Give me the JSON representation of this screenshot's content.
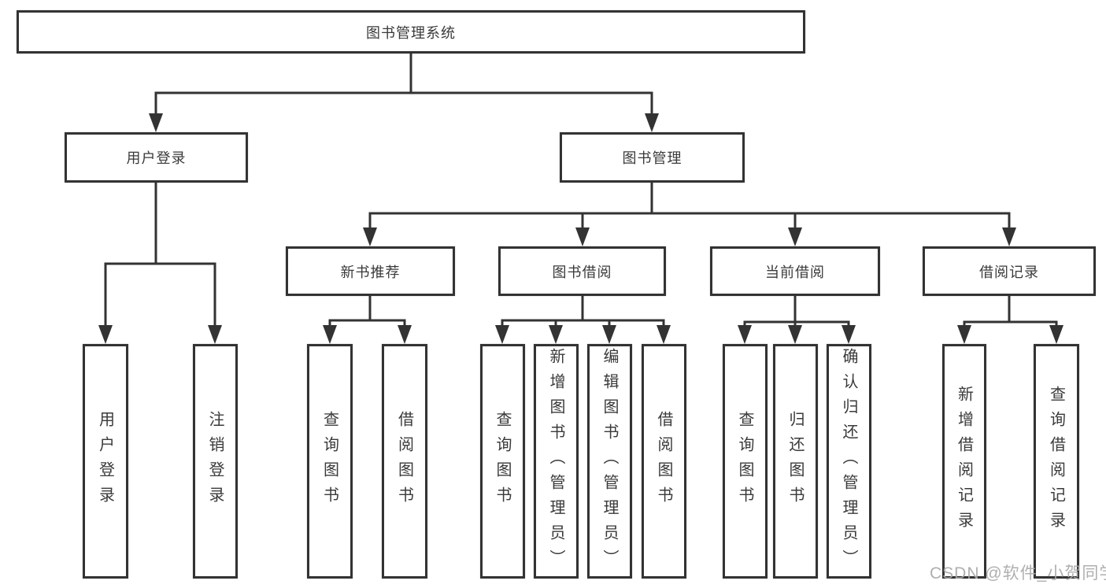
{
  "diagram": {
    "root": {
      "label": "图书管理系统"
    },
    "level2": [
      {
        "id": "user-login",
        "label": "用户登录"
      },
      {
        "id": "book-management",
        "label": "图书管理"
      }
    ],
    "level3": [
      {
        "id": "new-book-recommend",
        "label": "新书推荐"
      },
      {
        "id": "book-borrowing",
        "label": "图书借阅"
      },
      {
        "id": "current-borrowing",
        "label": "当前借阅"
      },
      {
        "id": "borrowing-records",
        "label": "借阅记录"
      }
    ],
    "leaves": [
      {
        "id": "user-login-action",
        "parent": "user-login",
        "label": "用户登录"
      },
      {
        "id": "logout-action",
        "parent": "user-login",
        "label": "注销登录"
      },
      {
        "id": "query-books-recommend",
        "parent": "new-book-recommend",
        "label": "查询图书"
      },
      {
        "id": "borrow-books-recommend",
        "parent": "new-book-recommend",
        "label": "借阅图书"
      },
      {
        "id": "query-books-borrowing",
        "parent": "book-borrowing",
        "label": "查询图书"
      },
      {
        "id": "add-books-admin",
        "parent": "book-borrowing",
        "label": "新增图书（管理员）"
      },
      {
        "id": "edit-books-admin",
        "parent": "book-borrowing",
        "label": "编辑图书（管理员）"
      },
      {
        "id": "borrow-books-borrowing",
        "parent": "book-borrowing",
        "label": "借阅图书"
      },
      {
        "id": "query-books-current",
        "parent": "current-borrowing",
        "label": "查询图书"
      },
      {
        "id": "return-books",
        "parent": "current-borrowing",
        "label": "归还图书"
      },
      {
        "id": "confirm-return-admin",
        "parent": "current-borrowing",
        "label": "确认归还（管理员）"
      },
      {
        "id": "add-borrow-record",
        "parent": "borrowing-records",
        "label": "新增借阅记录"
      },
      {
        "id": "query-borrow-record",
        "parent": "borrowing-records",
        "label": "查询借阅记录"
      }
    ]
  },
  "watermark": {
    "text": "CSDN @软件_小贺同学",
    "color": "#a8a8a8"
  },
  "colors": {
    "line": "#333333",
    "box_border": "#333333",
    "box_fill": "#ffffff",
    "text": "#3a3a3a",
    "background": "#ffffff"
  }
}
